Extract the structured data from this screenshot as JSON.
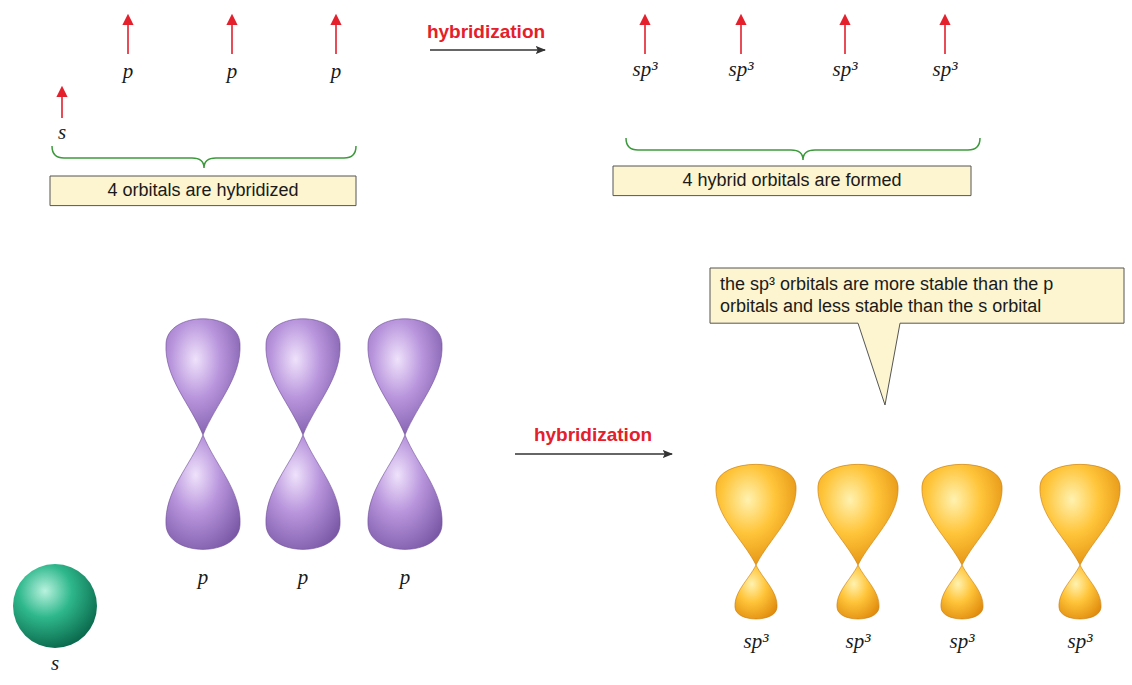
{
  "diagram": {
    "nodes": [
      {
        "text": [
          "4 orbitals are hybridized"
        ]
      },
      {
        "text": [
          "4 hybrid orbitals are formed"
        ]
      },
      {
        "text": [
          "the sp³ orbitals are more stable than the p orbitals and less stable than the s orbital"
        ]
      }
    ],
    "labels": [
      "s",
      "p",
      "p",
      "p",
      "hybridization",
      "sp³",
      "sp³",
      "sp³",
      "sp³",
      "p",
      "p",
      "p",
      "s",
      "hybridization",
      "sp³",
      "sp³",
      "sp³",
      "sp³"
    ]
  }
}
